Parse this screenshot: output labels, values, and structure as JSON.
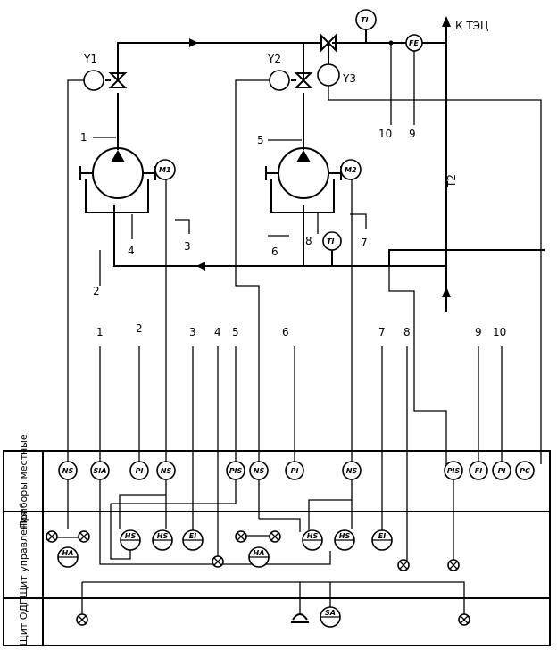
{
  "destination_label": "К ТЭЦ",
  "valves": [
    "Y1",
    "Y2",
    "Y3"
  ],
  "motors": [
    "M1",
    "M2"
  ],
  "field_instruments": {
    "top_temp": "TI",
    "flow_element": "FE",
    "header_temp": "TI",
    "main_line": "T2"
  },
  "field_numbers": [
    "1",
    "2",
    "3",
    "4",
    "5",
    "6",
    "7",
    "8",
    "9",
    "10"
  ],
  "column_numbers": [
    "1",
    "2",
    "3",
    "4",
    "5",
    "6",
    "7",
    "8",
    "9",
    "10"
  ],
  "rows": {
    "local": "Приборы местные",
    "panel": "Щит управления",
    "odp": "Щит ОДП"
  },
  "local_instruments": [
    "NS",
    "SIA",
    "PI",
    "NS",
    "PIS",
    "NS",
    "PI",
    "NS",
    "PIS",
    "FI",
    "PI",
    "PC"
  ],
  "panel_instruments": [
    "HA",
    "HS",
    "HS",
    "EI",
    "HA",
    "HS",
    "HS",
    "EI"
  ],
  "odp_instruments": [
    "SA"
  ]
}
